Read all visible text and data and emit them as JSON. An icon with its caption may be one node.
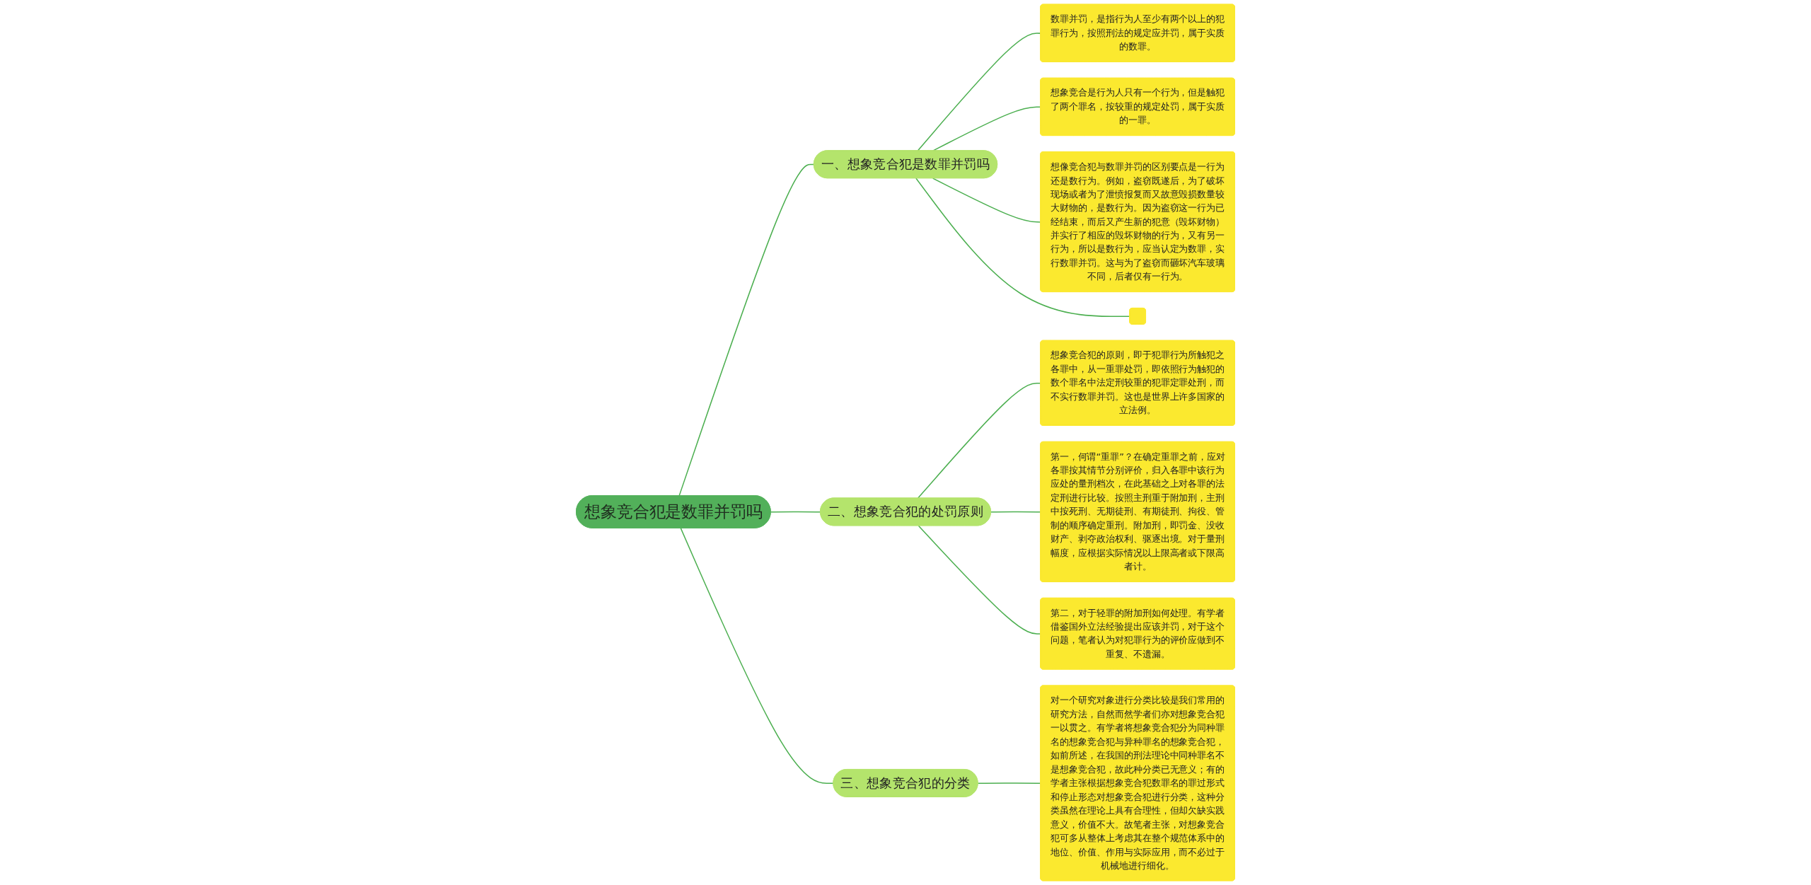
{
  "diagram": {
    "nodes": [
      {
        "text": [
          "想象竞合犯是数罪并罚吗"
        ]
      },
      {
        "text": [
          "一、想象竞合犯是数罪并罚吗"
        ]
      },
      {
        "text": [
          "数罪并罚，是指行为人至少有两个以上的犯罪行为，按照刑法的规定应并罚，属于实质的数罪。"
        ]
      },
      {
        "text": [
          "想象竞合是行为人只有一个行为，但是触犯了两个罪名，按较重的规定处罚，属于实质的一罪。"
        ]
      },
      {
        "text": [
          "想像竞合犯与数罪并罚的区别要点是一行为还是数行为。例如，盗窃既遂后，为了破坏现场或者为了泄愤报复而又故意毁损数量较大财物的，是数行为。因为盗窃这一行为已经结束，而后又产生新的犯意（毁坏财物）并实行了相应的毁坏财物的行为，又有另一行为，所以是数行为，应当认定为数罪，实行数罪并罚。这与为了盗窃而砸坏汽车玻璃不同，后者仅有一行为。"
        ]
      },
      {
        "text": [],
        "shape": "box"
      },
      {
        "text": [
          "二、想象竞合犯的处罚原则"
        ]
      },
      {
        "text": [
          "想象竞合犯的原则，即于犯罪行为所触犯之各罪中，从一重罪处罚，即依照行为触犯的数个罪名中法定刑较重的犯罪定罪处刑，而不实行数罪并罚。这也是世界上许多国家的立法例。"
        ]
      },
      {
        "text": [
          "第一，何谓“重罪”？在确定重罪之前，应对各罪按其情节分别评价，归入各罪中该行为应处的量刑档次，在此基础之上对各罪的法定刑进行比较。按照主刑重于附加刑，主刑中按死刑、无期徒刑、有期徒刑、拘役、管制的顺序确定重刑。附加刑，即罚金、没收财产、剥夺政治权利、驱逐出境。对于量刑幅度，应根据实际情况以上限高者或下限高者计。"
        ]
      },
      {
        "text": [
          "第二，对于轻罪的附加刑如何处理。有学者借鉴国外立法经验提出应该并罚，对于这个问题，笔者认为对犯罪行为的评价应做到不重复、不遗漏。"
        ]
      },
      {
        "text": [
          "三、想象竞合犯的分类"
        ]
      },
      {
        "text": [
          "对一个研究对象进行分类比较是我们常用的研究方法，自然而然学者们亦对想象竞合犯一以贯之。有学者将想象竞合犯分为同种罪名的想象竞合犯与异种罪名的想象竞合犯，如前所述，在我国的刑法理论中同种罪名不是想象竞合犯，故此种分类已无意义；有的学者主张根据想象竞合犯数罪名的罪过形式和停止形态对想象竞合犯进行分类，这种分类虽然在理论上具有合理性，但却欠缺实践意义，价值不大。故笔者主张，对想象竞合犯可多从整体上考虑其在整个规范体系中的地位、价值、作用与实际应用，而不必过于机械地进行细化。"
        ]
      }
    ],
    "edges": [
      {
        "from": 0,
        "to": 1,
        "arrow": "none"
      },
      {
        "from": 1,
        "to": 2,
        "arrow": "none"
      },
      {
        "from": 1,
        "to": 3,
        "arrow": "none"
      },
      {
        "from": 1,
        "to": 4,
        "arrow": "none"
      },
      {
        "from": 1,
        "to": 5,
        "arrow": "none"
      },
      {
        "from": 0,
        "to": 6,
        "arrow": "none"
      },
      {
        "from": 6,
        "to": 7,
        "arrow": "none"
      },
      {
        "from": 6,
        "to": 8,
        "arrow": "none"
      },
      {
        "from": 6,
        "to": 9,
        "arrow": "none"
      },
      {
        "from": 0,
        "to": 10,
        "arrow": "none"
      },
      {
        "from": 10,
        "to": 11,
        "arrow": "none"
      }
    ]
  }
}
